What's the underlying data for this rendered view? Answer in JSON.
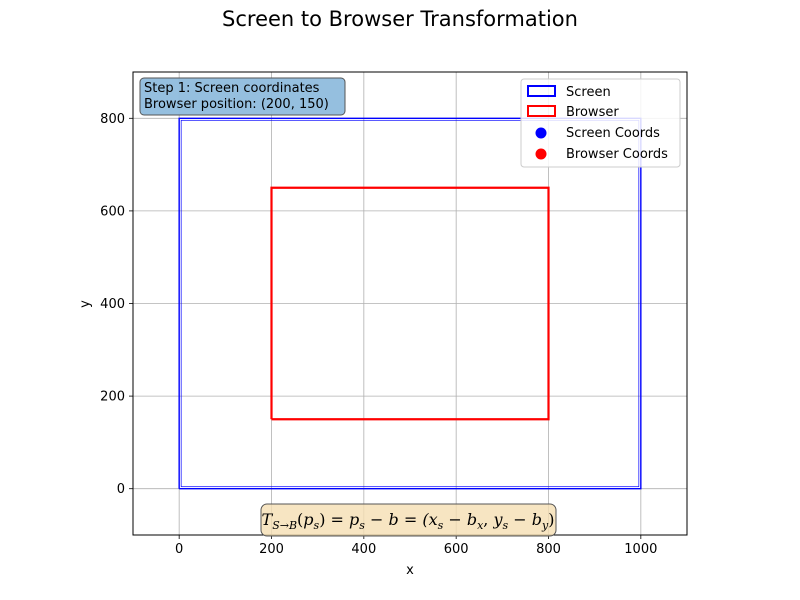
{
  "figure": {
    "title": "Screen to Browser Transformation"
  },
  "chart_data": {
    "type": "line",
    "title": "Screen to Browser Transformation",
    "xlabel": "x",
    "ylabel": "y",
    "xlim": [
      -100,
      1100
    ],
    "ylim": [
      -100,
      900
    ],
    "xticks": [
      0,
      200,
      400,
      600,
      800,
      1000
    ],
    "yticks": [
      0,
      200,
      400,
      600,
      800
    ],
    "grid": true,
    "legend_position": "top-right",
    "series": [
      {
        "name": "Screen",
        "kind": "rectangle",
        "color": "#0000ff",
        "x": [
          0,
          1000,
          1000,
          0,
          0
        ],
        "y": [
          0,
          0,
          800,
          800,
          0
        ]
      },
      {
        "name": "Browser",
        "kind": "rectangle",
        "color": "#ff0000",
        "x": [
          200,
          800,
          800,
          200,
          200
        ],
        "y": [
          150,
          150,
          650,
          650,
          150
        ]
      },
      {
        "name": "Screen Coords",
        "kind": "scatter",
        "color": "#0000ff",
        "points": []
      },
      {
        "name": "Browser Coords",
        "kind": "scatter",
        "color": "#ff0000",
        "points": []
      }
    ],
    "annotations": {
      "step_line1": "Step 1: Screen coordinates",
      "step_line2": "Browser position: (200, 150)",
      "step_box_color": "#8fbcdd",
      "formula": {
        "T": "T",
        "T_sub": "S→B",
        "open": "(",
        "p1": "p",
        "p1_sub": "s",
        "eq1": ") = ",
        "p2": "p",
        "p2_sub": "s",
        "minus_b": " − b = (",
        "x": "x",
        "x_sub": "s",
        "minus1": " − ",
        "bx": "b",
        "bx_sub": "x",
        "comma": ", ",
        "y": "y",
        "y_sub": "s",
        "minus2": " − ",
        "by": "b",
        "by_sub": "y",
        "close": ")"
      },
      "formula_box_color": "#f5deb3"
    }
  }
}
